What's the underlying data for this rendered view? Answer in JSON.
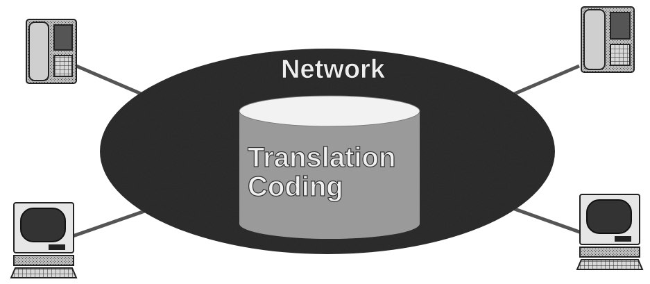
{
  "diagram": {
    "network_label": "Network",
    "center_lines": [
      "Translation",
      "Coding"
    ],
    "colors": {
      "network_fill": "#2b2b2b",
      "cylinder_fill": "#9a9a9a",
      "cylinder_top": "#f2f2f2",
      "link_line": "#555555",
      "device_outline": "#222222"
    },
    "nodes": [
      {
        "id": "phone-top-left",
        "icon": "telephone-icon"
      },
      {
        "id": "phone-top-right",
        "icon": "telephone-icon"
      },
      {
        "id": "computer-bottom-left",
        "icon": "computer-terminal-icon"
      },
      {
        "id": "computer-bottom-right",
        "icon": "computer-terminal-icon"
      }
    ]
  }
}
